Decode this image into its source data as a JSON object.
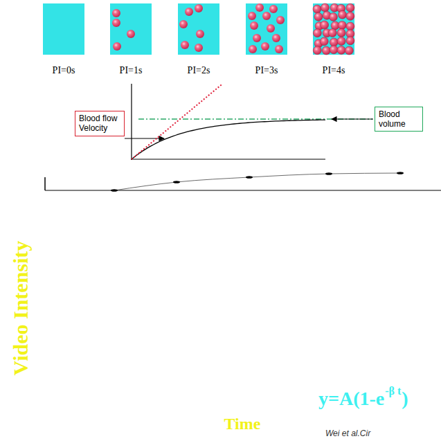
{
  "diagram": {
    "nodes": [
      {
        "text": [
          "Blood flow Velocity"
        ]
      },
      {
        "text": [
          "Blood volume"
        ]
      }
    ],
    "labels": [
      "PI=0s",
      "PI=1s",
      "PI=2s",
      "PI=3s",
      "PI=4s",
      "Video Intensity",
      "y=A(1-e",
      "-β t",
      ")",
      "Time",
      "Wei et al.Cir"
    ]
  }
}
